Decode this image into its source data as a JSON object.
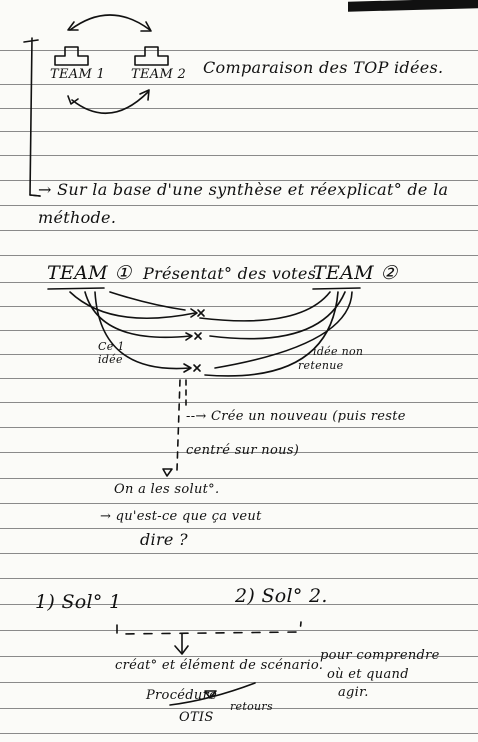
{
  "section1": {
    "team1": "TEAM 1",
    "team2": "TEAM 2",
    "comparison": "Comparaison des TOP idées.",
    "synthesis_line1": "→ Sur la base d'une synthèse et réexplicat° de la",
    "synthesis_line2": "méthode."
  },
  "section2": {
    "team1": "TEAM ①",
    "presentation": "Présentat° des votes.",
    "team2": "TEAM ②",
    "left_note_line1": "Ce 1",
    "left_note_line2": "idée",
    "right_note_line1": "idée non",
    "right_note_line2": "retenue",
    "create_line1": "--→ Crée un nouveau (puis reste",
    "create_line2": "centré sur nous)",
    "solution_line1": "On a les solut°.",
    "solution_line2": "→ qu'est-ce que ça veut",
    "solution_line3": "dire ?"
  },
  "section3": {
    "sol1": "1) Sol° 1",
    "sol2": "2) Sol° 2.",
    "creation": "créat° et élément de scénario.",
    "understand_line1": "pour comprendre",
    "understand_line2": "où et quand",
    "understand_line3": "agir.",
    "procedure": "Procédure",
    "otis": "OTIS",
    "returns": "retours"
  }
}
